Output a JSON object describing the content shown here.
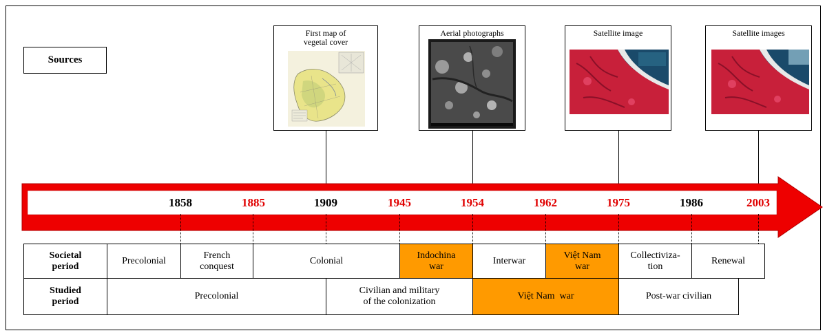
{
  "sources_label": "Sources",
  "source_boxes": [
    {
      "caption": "First map of\nvegetal cover",
      "image": "vegetation-map"
    },
    {
      "caption": "Aerial photographs",
      "image": "aerial-photo"
    },
    {
      "caption": "Satellite image",
      "image": "satellite-image"
    },
    {
      "caption": "Satellite images",
      "image": "satellite-image"
    }
  ],
  "years": [
    {
      "label": "1858",
      "color": "#000000"
    },
    {
      "label": "1885",
      "color": "#E00000"
    },
    {
      "label": "1909",
      "color": "#000000"
    },
    {
      "label": "1945",
      "color": "#E00000"
    },
    {
      "label": "1954",
      "color": "#E00000"
    },
    {
      "label": "1962",
      "color": "#E00000"
    },
    {
      "label": "1975",
      "color": "#E00000"
    },
    {
      "label": "1986",
      "color": "#000000"
    },
    {
      "label": "2003",
      "color": "#E00000"
    }
  ],
  "rows": {
    "societal_header": "Societal\nperiod",
    "studied_header": "Studied\nperiod",
    "societal": [
      {
        "label": "Precolonial",
        "highlight": false
      },
      {
        "label": "French\nconquest",
        "highlight": false
      },
      {
        "label": "Colonial",
        "highlight": false
      },
      {
        "label": "Indochina\nwar",
        "highlight": true
      },
      {
        "label": "Interwar",
        "highlight": false
      },
      {
        "label": "Việt Nam\nwar",
        "highlight": true
      },
      {
        "label": "Collectiviza-\ntion",
        "highlight": false
      },
      {
        "label": "Renewal",
        "highlight": false
      }
    ],
    "studied": [
      {
        "label": "Precolonial",
        "highlight": false
      },
      {
        "label": "Civilian and military\nof the colonization",
        "highlight": false
      },
      {
        "label": "Việt Nam  war",
        "highlight": true
      },
      {
        "label": "Post-war civilian",
        "highlight": false
      }
    ]
  },
  "colors": {
    "arrow": "#EE0000",
    "highlight": "#FF9A00",
    "red_year": "#E00000"
  }
}
